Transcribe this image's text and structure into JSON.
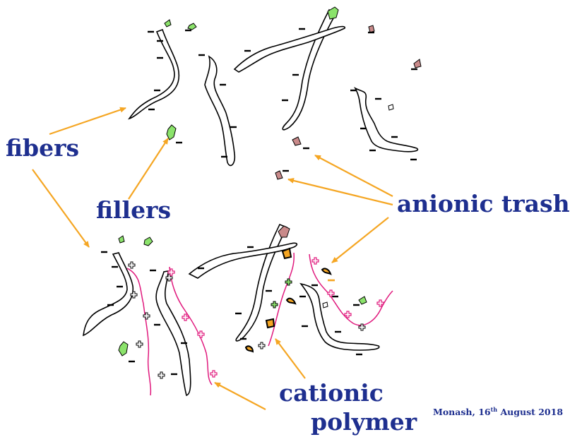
{
  "labels": {
    "fibers": "fibers",
    "fillers": "fillers",
    "anionic_trash": "anionic trash",
    "cationic": "cationic",
    "polymer": "polymer"
  },
  "footer": {
    "place": "Monash, 16",
    "ordinal": "th",
    "date": " August 2018"
  },
  "colors": {
    "label_text": "#1e2f8f",
    "arrow": "#f5a623",
    "filler": "#8be36b",
    "trash": "#c98a8a",
    "cationic_polymer": "#e0197d",
    "fiber_outline": "#000000",
    "flocculated_trash": "#f5a623"
  }
}
